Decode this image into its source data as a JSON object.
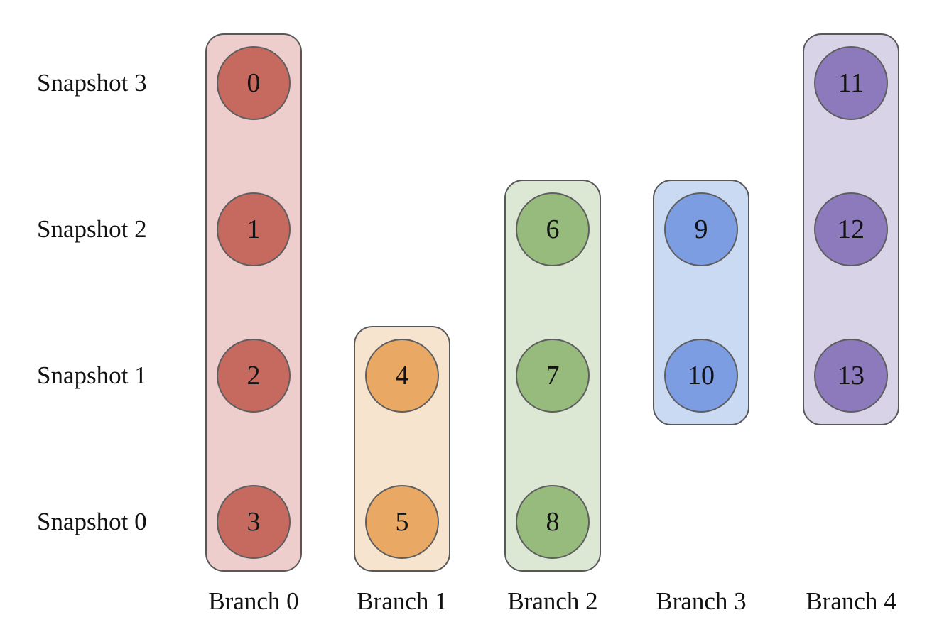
{
  "diagram": {
    "type": "branch-snapshot-grid",
    "outline_color": "#58585A",
    "text_color": "#111111",
    "background_color": "#FFFFFF",
    "rows": [
      {
        "label": "Snapshot 3"
      },
      {
        "label": "Snapshot 2"
      },
      {
        "label": "Snapshot 1"
      },
      {
        "label": "Snapshot 0"
      }
    ],
    "branches": [
      {
        "label": "Branch 0",
        "box_fill": "#EECDCD",
        "node_fill": "#C6695F",
        "nodes": [
          {
            "id": "0",
            "row": "Snapshot 3"
          },
          {
            "id": "1",
            "row": "Snapshot 2"
          },
          {
            "id": "2",
            "row": "Snapshot 1"
          },
          {
            "id": "3",
            "row": "Snapshot 0"
          }
        ]
      },
      {
        "label": "Branch 1",
        "box_fill": "#F6E4CE",
        "node_fill": "#E9A864",
        "nodes": [
          {
            "id": "4",
            "row": "Snapshot 1"
          },
          {
            "id": "5",
            "row": "Snapshot 0"
          }
        ]
      },
      {
        "label": "Branch 2",
        "box_fill": "#DDE8D4",
        "node_fill": "#96BB7C",
        "nodes": [
          {
            "id": "6",
            "row": "Snapshot 2"
          },
          {
            "id": "7",
            "row": "Snapshot 1"
          },
          {
            "id": "8",
            "row": "Snapshot 0"
          }
        ]
      },
      {
        "label": "Branch 3",
        "box_fill": "#CBDAF3",
        "node_fill": "#7C9DE2",
        "nodes": [
          {
            "id": "9",
            "row": "Snapshot 2"
          },
          {
            "id": "10",
            "row": "Snapshot 1"
          }
        ]
      },
      {
        "label": "Branch 4",
        "box_fill": "#D8D3E6",
        "node_fill": "#8C7ABC",
        "nodes": [
          {
            "id": "11",
            "row": "Snapshot 3"
          },
          {
            "id": "12",
            "row": "Snapshot 2"
          },
          {
            "id": "13",
            "row": "Snapshot 1"
          }
        ]
      }
    ]
  }
}
